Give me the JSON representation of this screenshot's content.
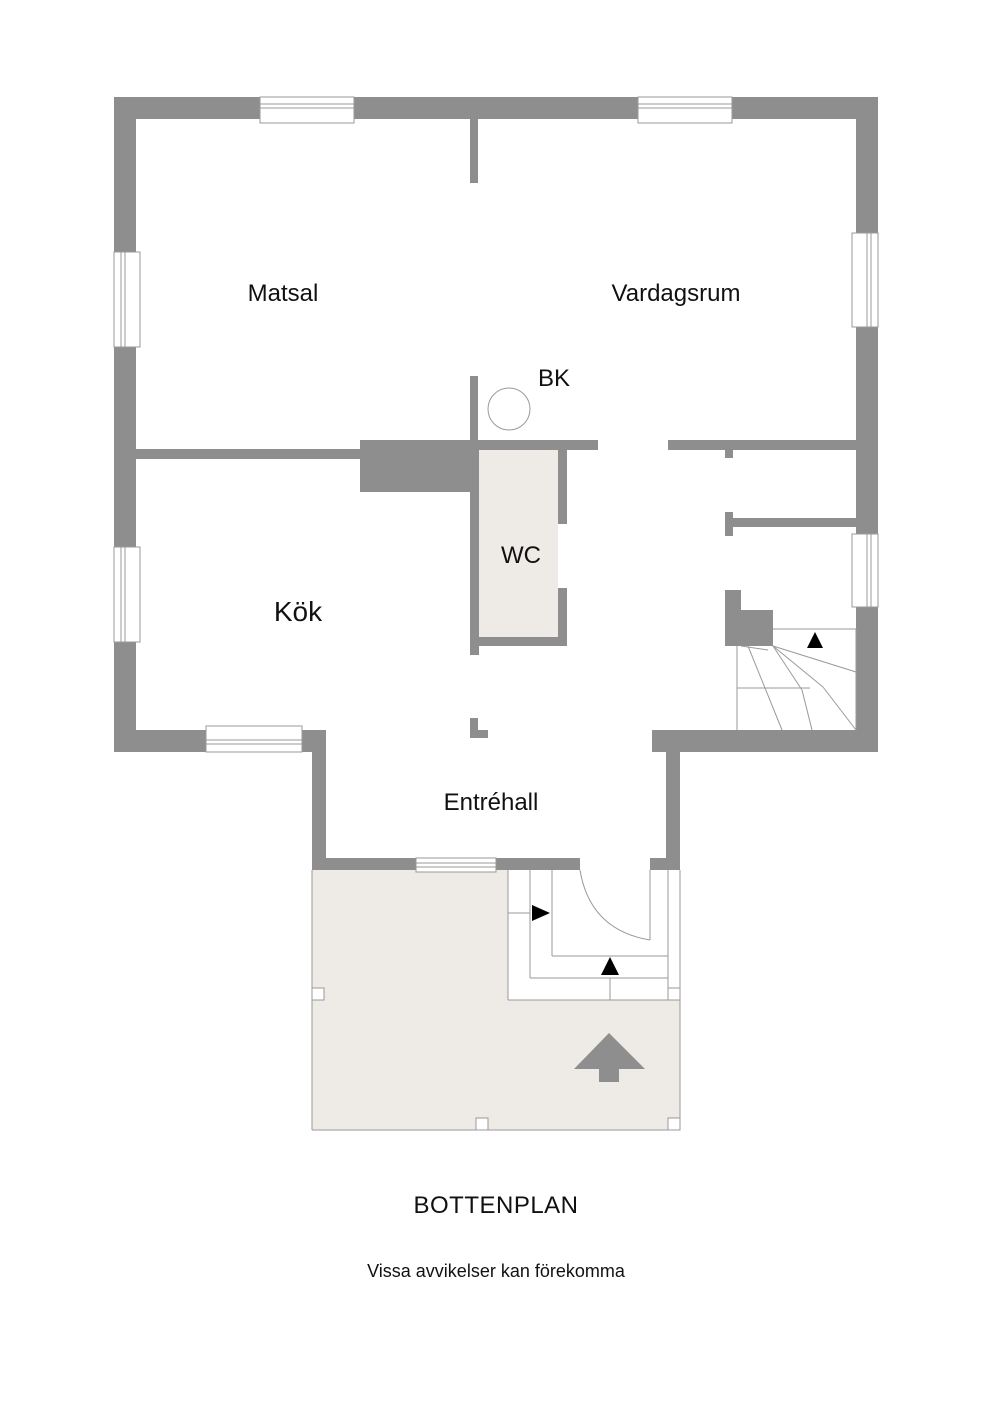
{
  "plan": {
    "title": "BOTTENPLAN",
    "disclaimer": "Vissa avvikelser kan förekomma",
    "rooms": {
      "matsal": "Matsal",
      "vardagsrum": "Vardagsrum",
      "bk": "BK",
      "wc": "WC",
      "kok": "Kök",
      "entrehall": "Entréhall"
    }
  },
  "colors": {
    "wall": "#8e8e8e",
    "floor_tint": "#eeebe7",
    "text": "#111111",
    "background": "#ffffff"
  }
}
